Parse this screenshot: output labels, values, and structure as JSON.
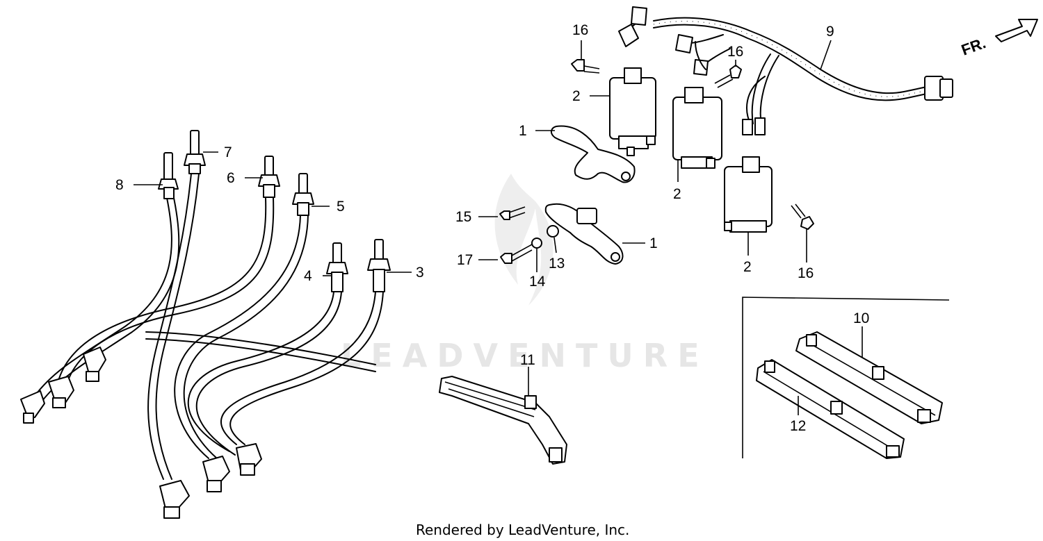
{
  "diagram": {
    "watermark_text": "LEADVENTURE",
    "footer_text": "Rendered by LeadVenture, Inc.",
    "direction_label": "FR.",
    "callouts": [
      {
        "id": "c1a",
        "label": "1"
      },
      {
        "id": "c1b",
        "label": "1"
      },
      {
        "id": "c2a",
        "label": "2"
      },
      {
        "id": "c2b",
        "label": "2"
      },
      {
        "id": "c2c",
        "label": "2"
      },
      {
        "id": "c3",
        "label": "3"
      },
      {
        "id": "c4",
        "label": "4"
      },
      {
        "id": "c5",
        "label": "5"
      },
      {
        "id": "c6",
        "label": "6"
      },
      {
        "id": "c7",
        "label": "7"
      },
      {
        "id": "c8",
        "label": "8"
      },
      {
        "id": "c9",
        "label": "9"
      },
      {
        "id": "c10",
        "label": "10"
      },
      {
        "id": "c11",
        "label": "11"
      },
      {
        "id": "c12",
        "label": "12"
      },
      {
        "id": "c13",
        "label": "13"
      },
      {
        "id": "c14",
        "label": "14"
      },
      {
        "id": "c15",
        "label": "15"
      },
      {
        "id": "c16a",
        "label": "16"
      },
      {
        "id": "c16b",
        "label": "16"
      },
      {
        "id": "c16c",
        "label": "16"
      },
      {
        "id": "c17",
        "label": "17"
      }
    ]
  }
}
